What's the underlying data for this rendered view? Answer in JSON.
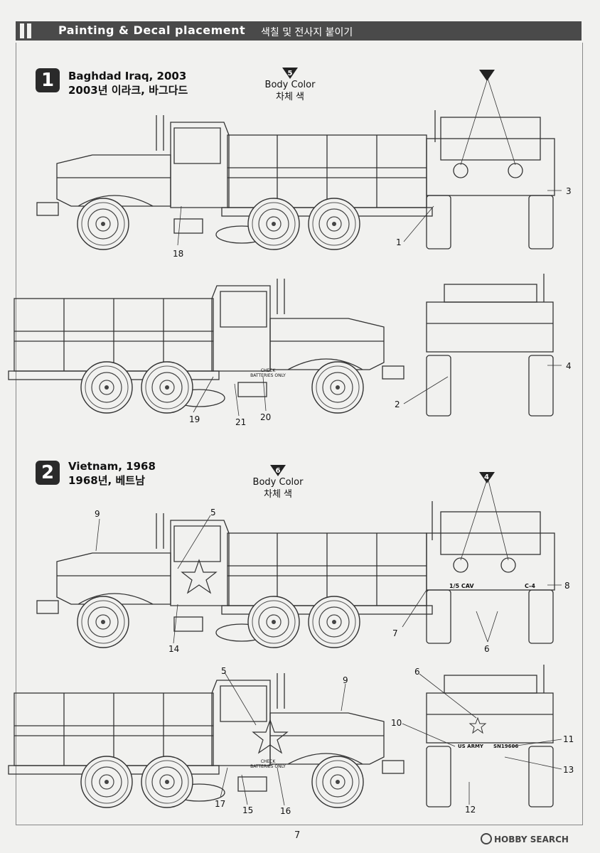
{
  "header": {
    "title": "Painting & Decal placement",
    "title_ko": "색칠 및 전사지 붙이기"
  },
  "version1": {
    "number": "1",
    "title_en": "Baghdad Iraq, 2003",
    "title_ko": "2003년 이라크, 바그다드",
    "color_code": "5",
    "color_en": "Body Color",
    "color_ko": "차체 색"
  },
  "version2": {
    "number": "2",
    "title_en": "Vietnam, 1968",
    "title_ko": "1968년, 베트남",
    "color_code": "6",
    "color_en": "Body Color",
    "color_ko": "차체 색"
  },
  "callouts": {
    "c18": "18",
    "c1": "1",
    "c3": "3",
    "c4a": "4",
    "c19": "19",
    "c21": "21",
    "c20": "20",
    "c2": "2",
    "c4b": "4",
    "c9a": "9",
    "c5a": "5",
    "c14": "14",
    "c4c": "4",
    "c8": "8",
    "c7": "7",
    "c6a": "6",
    "c5b": "5",
    "c9b": "9",
    "c17": "17",
    "c15": "15",
    "c16": "16",
    "c6b": "6",
    "c10": "10",
    "c11": "11",
    "c13": "13",
    "c12": "12"
  },
  "decals": {
    "check_batteries": "CHECK BATTERIES ONLY",
    "us_cav": "1/5 CAV",
    "c4": "C-4",
    "us_army": "US ARMY",
    "serial": "SN19606"
  },
  "footer": {
    "page": "7",
    "watermark": "HOBBY SEARCH"
  }
}
